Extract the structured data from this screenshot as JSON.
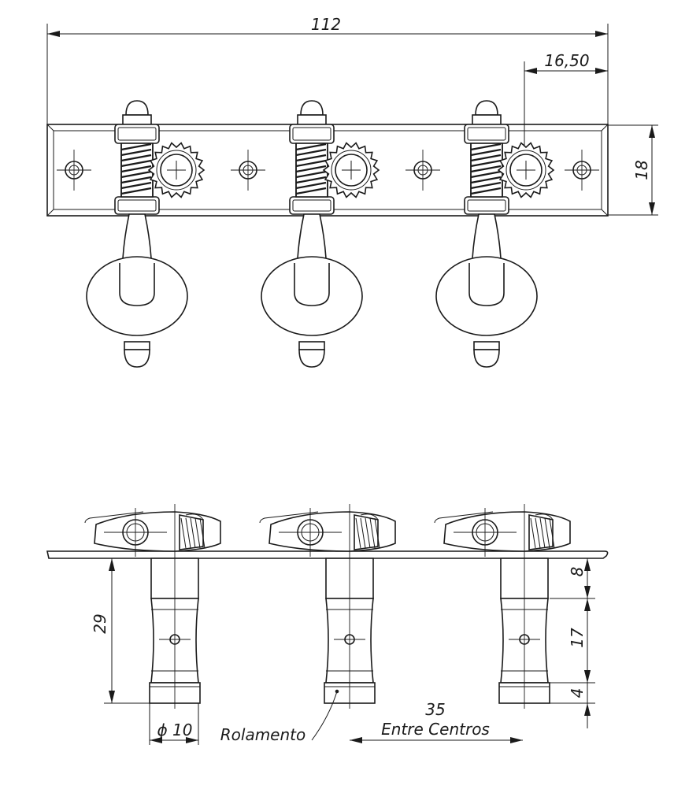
{
  "drawing": {
    "dimensions": {
      "overall_length": "112",
      "edge_to_center": "16,50",
      "plate_width": "18",
      "post_height": "29",
      "post_upper": "8",
      "post_middle": "17",
      "post_lower": "4",
      "diameter": "ϕ 10",
      "center_distance": "35",
      "center_distance_label": "Entre Centros"
    },
    "labels": {
      "bearing": "Rolamento"
    }
  }
}
